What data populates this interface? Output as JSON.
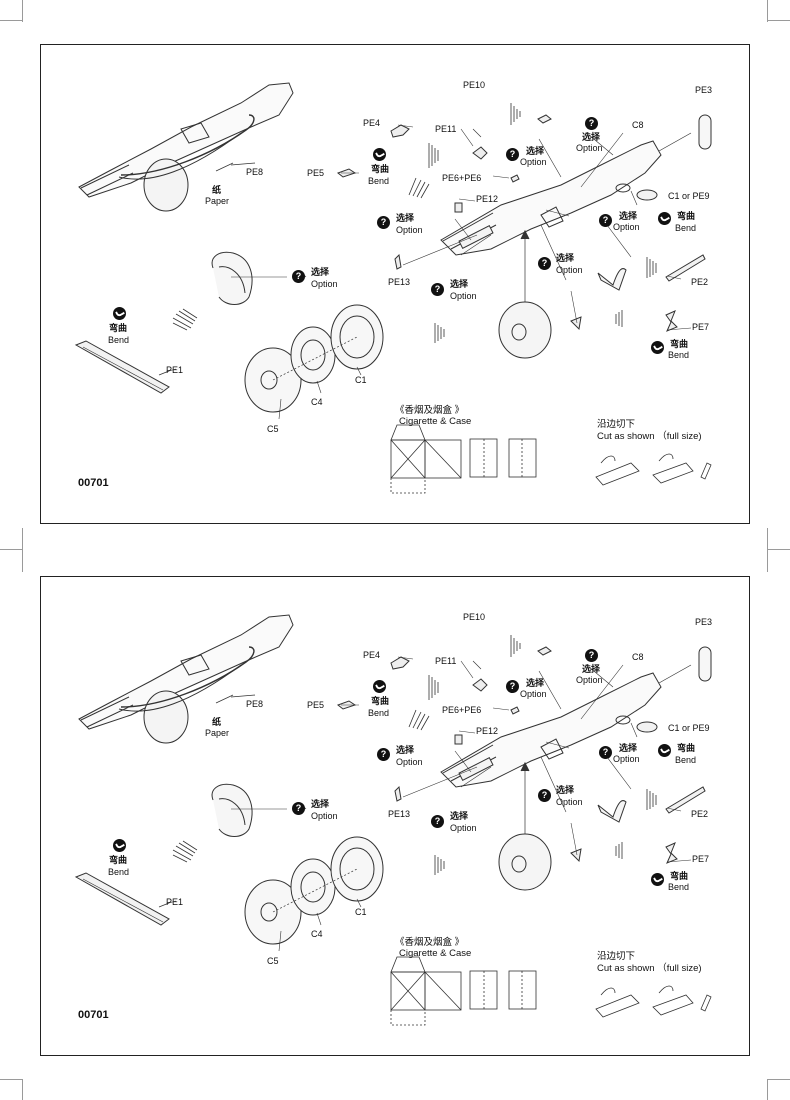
{
  "panels": [
    {
      "code": "00701",
      "parts": {
        "pe1": "PE1",
        "pe2": "PE2",
        "pe3": "PE3",
        "pe4": "PE4",
        "pe5": "PE5",
        "pe6": "PE6+PE6",
        "pe7": "PE7",
        "pe8": "PE8",
        "pe10": "PE10",
        "pe11": "PE11",
        "pe12": "PE12",
        "pe13": "PE13",
        "c1": "C1",
        "c4": "C4",
        "c5": "C5",
        "c8": "C8",
        "c1pe9": "C1 or PE9"
      },
      "option_zh": "选择",
      "option_en": "Option",
      "bend_zh": "弯曲",
      "bend_en": "Bend",
      "paper_zh": "纸",
      "paper_en": "Paper",
      "case_zh": "《香烟及烟盒 》",
      "case_en": "Cigarette & Case",
      "cut_zh": "沿边切下",
      "cut_en": "Cut as shown  （full size)",
      "q_glyph": "?"
    },
    {
      "code": "00701",
      "parts": {
        "pe1": "PE1",
        "pe2": "PE2",
        "pe3": "PE3",
        "pe4": "PE4",
        "pe5": "PE5",
        "pe6": "PE6+PE6",
        "pe7": "PE7",
        "pe8": "PE8",
        "pe10": "PE10",
        "pe11": "PE11",
        "pe12": "PE12",
        "pe13": "PE13",
        "c1": "C1",
        "c4": "C4",
        "c5": "C5",
        "c8": "C8",
        "c1pe9": "C1 or PE9"
      },
      "option_zh": "选择",
      "option_en": "Option",
      "bend_zh": "弯曲",
      "bend_en": "Bend",
      "paper_zh": "纸",
      "paper_en": "Paper",
      "case_zh": "《香烟及烟盒 》",
      "case_en": "Cigarette & Case",
      "cut_zh": "沿边切下",
      "cut_en": "Cut as shown  （full size)",
      "q_glyph": "?"
    }
  ]
}
